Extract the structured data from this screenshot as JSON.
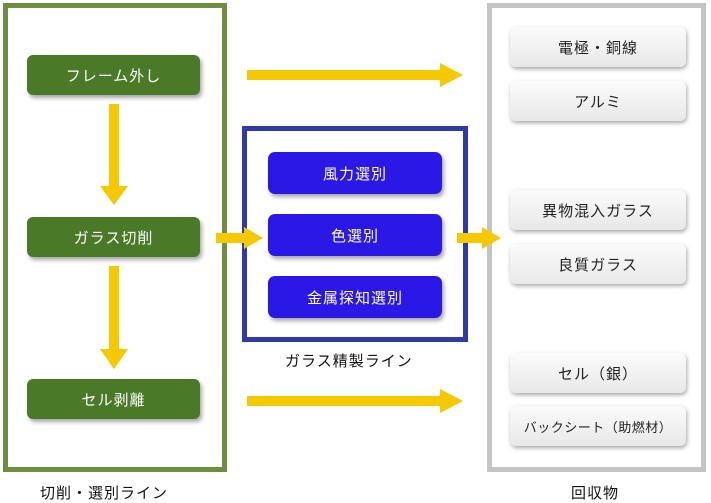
{
  "process_line": {
    "title": "切削・選別ライン",
    "steps": [
      "フレーム外し",
      "ガラス切削",
      "セル剥離"
    ]
  },
  "glass_line": {
    "title": "ガラス精製ライン",
    "steps": [
      "風力選別",
      "色選別",
      "金属探知選別"
    ]
  },
  "recovered": {
    "title": "回収物",
    "items": [
      "電極・銅線",
      "アルミ",
      "異物混入ガラス",
      "良質ガラス",
      "セル（銀）",
      "バックシート（助燃材）"
    ]
  },
  "colors": {
    "green": "#4a7a28",
    "blue": "#2b18e6",
    "arrow": "#f5c800"
  }
}
